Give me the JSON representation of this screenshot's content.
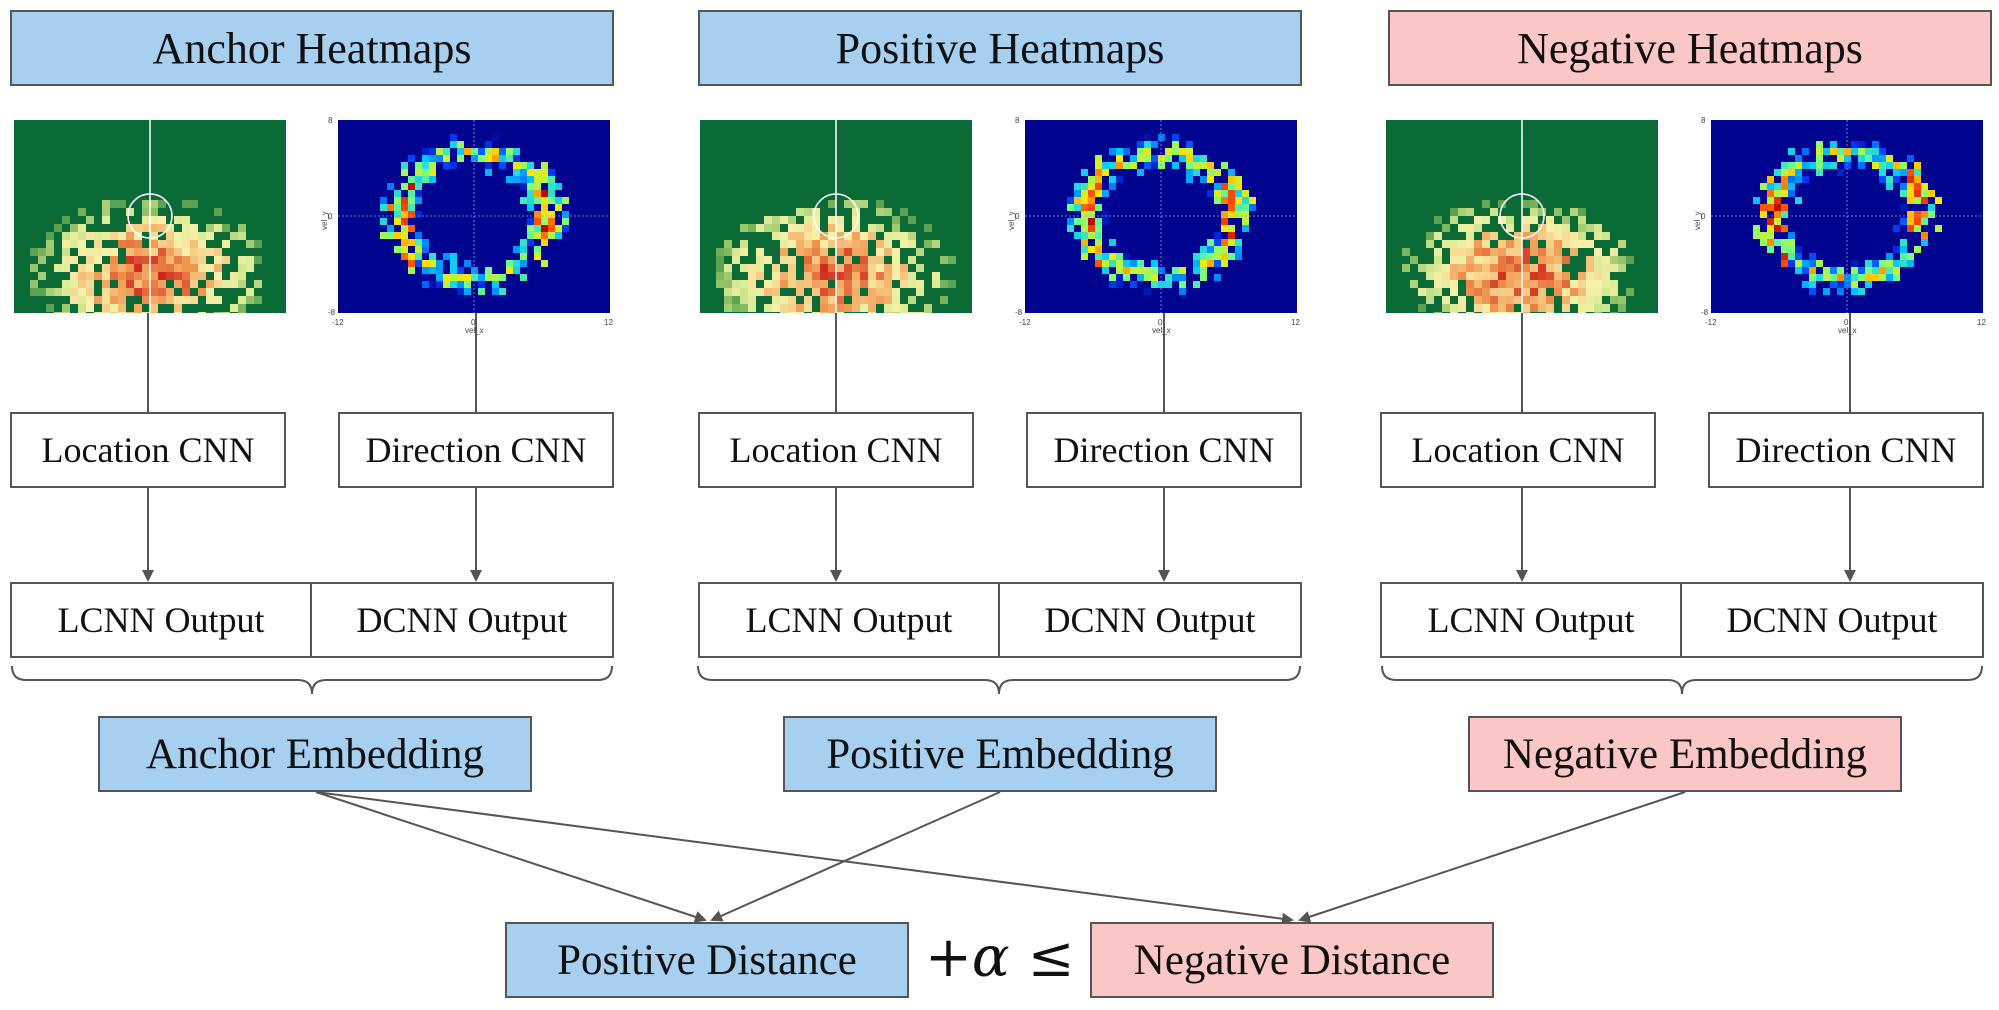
{
  "groups": [
    {
      "title": "Anchor Heatmaps",
      "location_cnn": "Location CNN",
      "direction_cnn": "Direction CNN",
      "lcnn_output": "LCNN Output",
      "dcnn_output": "DCNN Output",
      "embedding": "Anchor Embedding",
      "color": "#a7cff0"
    },
    {
      "title": "Positive Heatmaps",
      "location_cnn": "Location CNN",
      "direction_cnn": "Direction CNN",
      "lcnn_output": "LCNN Output",
      "dcnn_output": "DCNN Output",
      "embedding": "Positive Embedding",
      "color": "#a7cff0"
    },
    {
      "title": "Negative Heatmaps",
      "location_cnn": "Location CNN",
      "direction_cnn": "Direction CNN",
      "lcnn_output": "LCNN Output",
      "dcnn_output": "DCNN Output",
      "embedding": "Negative Embedding",
      "color": "#fac6c6"
    }
  ],
  "direction_axes": {
    "xlabel": "vel_x",
    "ylabel": "vel_y",
    "x_ticks": [
      "-12",
      "0",
      "12"
    ],
    "y_ticks": [
      "8",
      "0",
      "-8"
    ]
  },
  "bottom": {
    "positive_distance": "Positive Distance",
    "margin_symbol": "α",
    "plus": "+",
    "leq": "≤",
    "negative_distance": "Negative Distance"
  },
  "colors": {
    "blue_box": "#a7cff0",
    "pink_box": "#fac6c6",
    "pitch_green": "#0b6b37",
    "direction_bg": "#00058f",
    "line": "#555555"
  }
}
